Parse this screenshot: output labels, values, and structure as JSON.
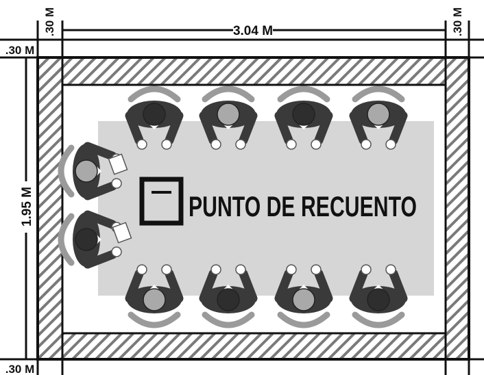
{
  "dimensions": {
    "top_left_margin": ".30 M",
    "top_width": "3.04 M",
    "top_right_margin": ".30 M",
    "left_top_margin": ".30 M",
    "left_height": "1.95 M",
    "left_bottom_margin": ".30 M"
  },
  "table": {
    "label": "PUNTO DE RECUENTO",
    "color": "#d6d6d6"
  },
  "colors": {
    "line": "#111111",
    "hatch": "#777777",
    "suit": "#3a3a3a",
    "head_dark": "#2e2e2e",
    "head_light": "#a9a9a9",
    "chair": "#9a9a9a"
  },
  "icons": {
    "ballot_box": "ballot-box-icon"
  },
  "people": {
    "top_row": [
      "dark",
      "light",
      "dark",
      "light"
    ],
    "bottom_row": [
      "light",
      "dark",
      "light",
      "dark"
    ],
    "left_column": [
      "light",
      "dark"
    ]
  }
}
